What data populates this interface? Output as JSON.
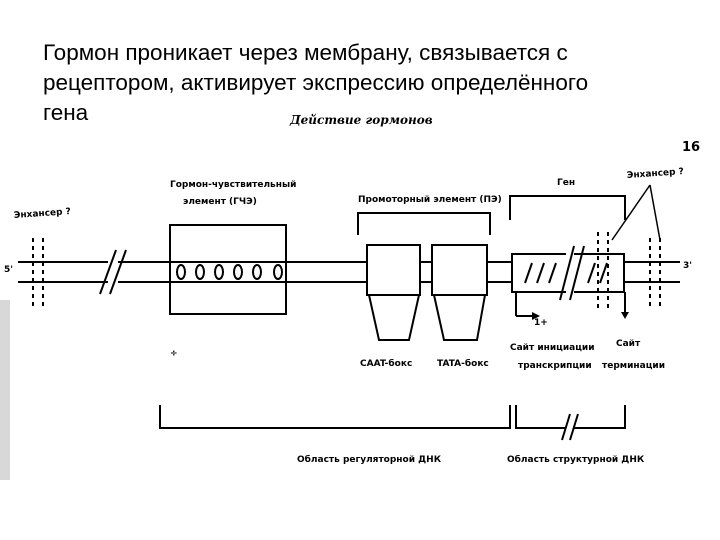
{
  "caption": {
    "line1": "Гормон проникает через  мембрану, связывается с",
    "line2": "рецептором, активирует экспрессию определённого",
    "line3": "гена"
  },
  "diagram": {
    "title": "Действие гормонов",
    "page_number": "16",
    "enhancer_left": "Энхансер ?",
    "enhancer_right": "Энхансер ?",
    "hre_line1": "Гормон-чувствительный",
    "hre_line2": "элемент  (ГЧЭ)",
    "promoter": "Промоторный элемент  (ПЭ)",
    "gene": "Ген",
    "end_5": "5'",
    "end_3": "3'",
    "start_mark": "1+",
    "caat": "CAAT-бокс",
    "tata": "TATA-бокс",
    "init_line1": "Сайт инициации",
    "init_line2": "транскрипции",
    "term_line1": "Сайт",
    "term_line2": "терминации",
    "region_regulatory": "Область регуляторной ДНК",
    "region_structural": "Область структурной ДНК"
  }
}
